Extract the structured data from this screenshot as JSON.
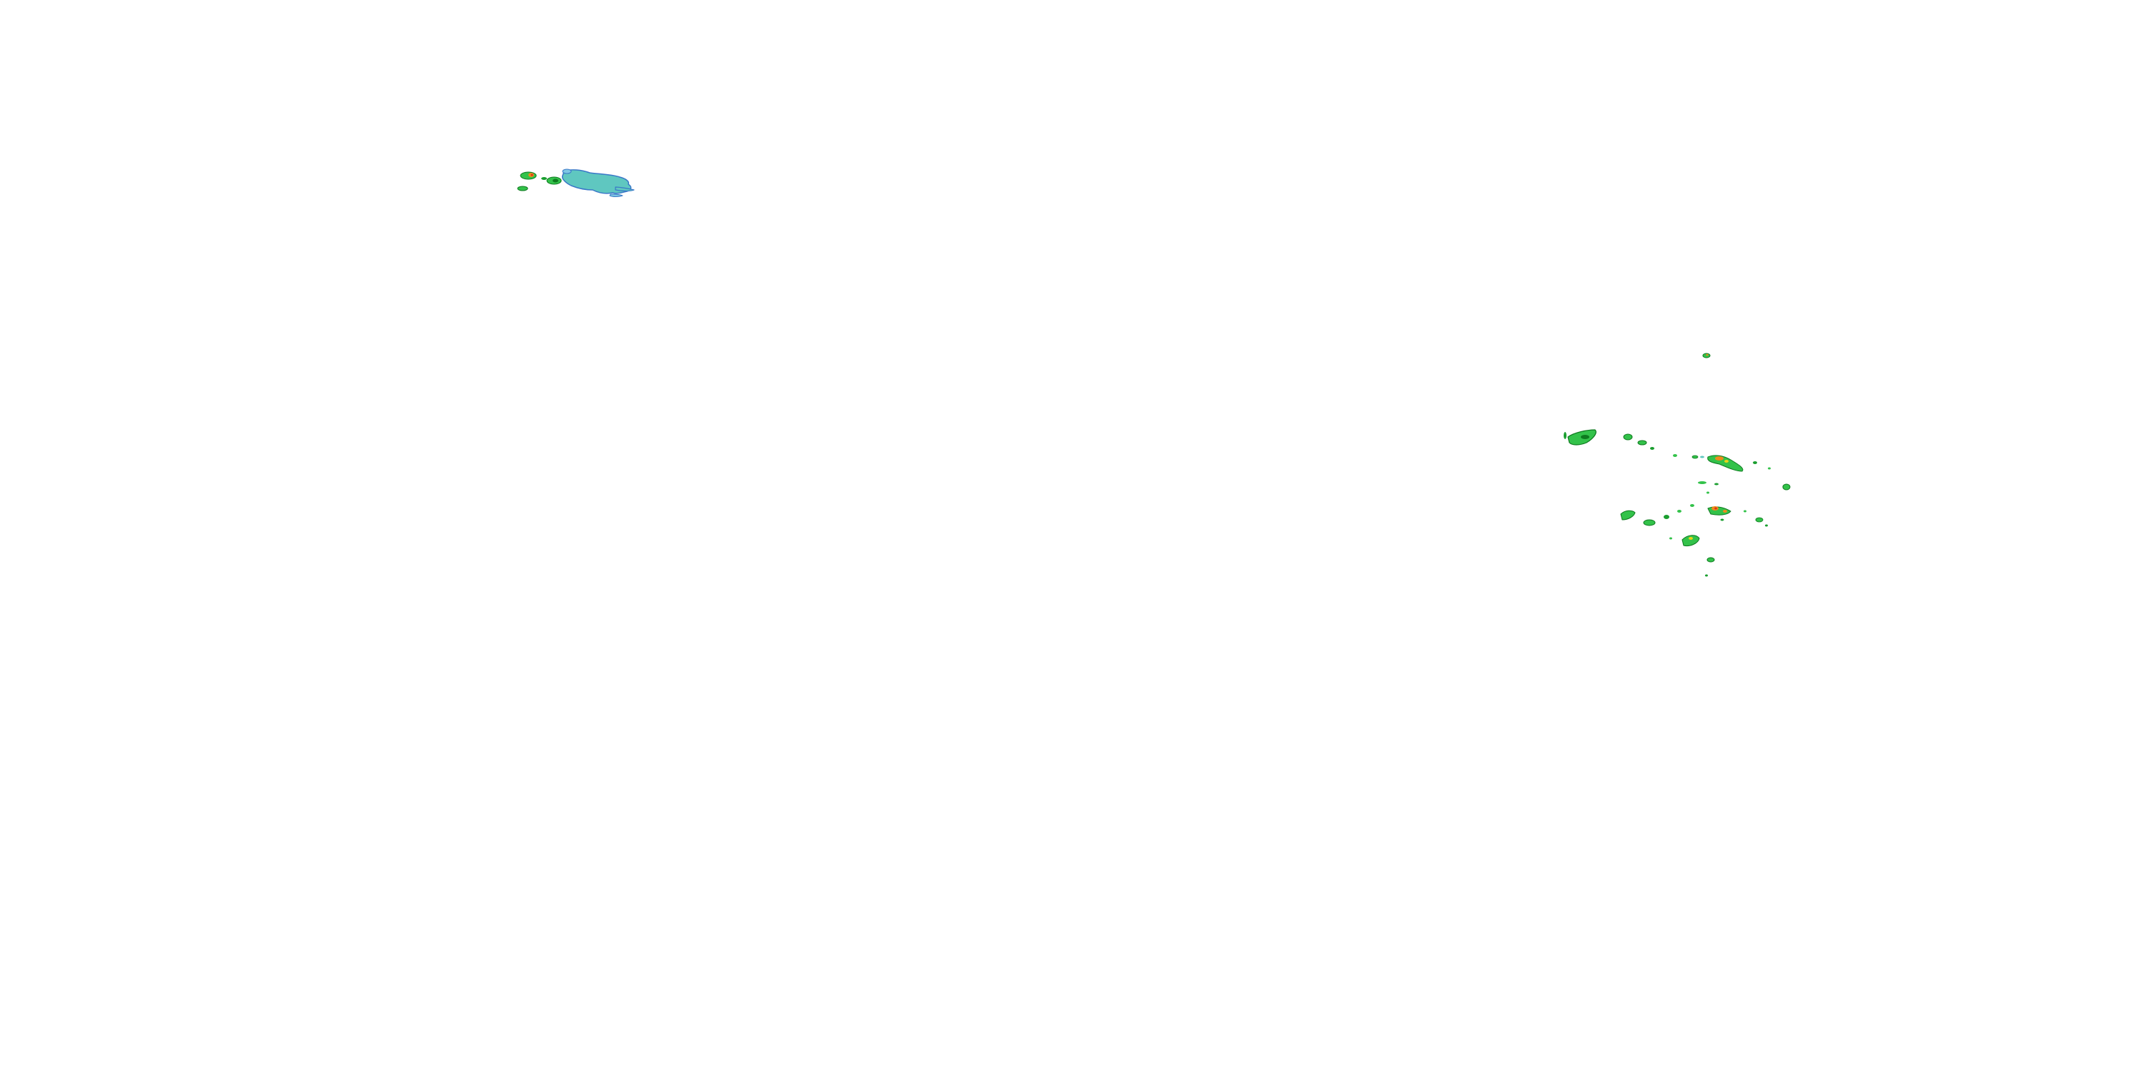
{
  "map": {
    "layer": "precipitation-radar-overlay",
    "background_color": "#ffffff",
    "reflectivity_colors": {
      "light_blue": "#7ec8e3",
      "cyan": "#5fc7c0",
      "blue_outline": "#3a78c8",
      "light_green": "#33c24a",
      "green": "#1a9e2f",
      "dark_green": "#0e7a1f",
      "yellow": "#e8d31a",
      "orange": "#ee8a1c",
      "red": "#d9321e"
    },
    "echo_regions": [
      {
        "name": "northwest-echo-cluster",
        "dominant_colors": [
          "cyan",
          "light_green",
          "orange"
        ]
      },
      {
        "name": "east-echo-cluster",
        "dominant_colors": [
          "green",
          "light_green",
          "orange"
        ]
      }
    ]
  }
}
